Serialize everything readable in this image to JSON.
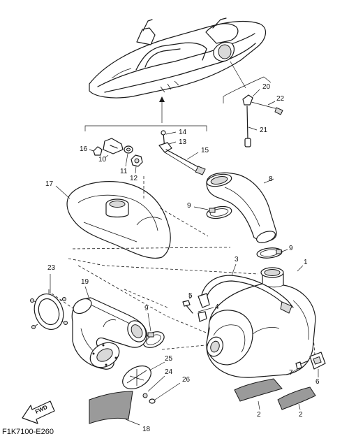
{
  "diagram": {
    "code": "F1K7100-E260",
    "fwd_label": "FWD",
    "callouts": [
      {
        "id": "c1",
        "text": "1"
      },
      {
        "id": "c2a",
        "text": "2"
      },
      {
        "id": "c2b",
        "text": "2"
      },
      {
        "id": "c3",
        "text": "3"
      },
      {
        "id": "c4",
        "text": "4"
      },
      {
        "id": "c5",
        "text": "5"
      },
      {
        "id": "c6",
        "text": "6"
      },
      {
        "id": "c7",
        "text": "7"
      },
      {
        "id": "c8",
        "text": "8"
      },
      {
        "id": "c9a",
        "text": "9"
      },
      {
        "id": "c9b",
        "text": "9"
      },
      {
        "id": "c9c",
        "text": "9"
      },
      {
        "id": "c10",
        "text": "10"
      },
      {
        "id": "c11",
        "text": "11"
      },
      {
        "id": "c12",
        "text": "12"
      },
      {
        "id": "c13",
        "text": "13"
      },
      {
        "id": "c14",
        "text": "14"
      },
      {
        "id": "c15",
        "text": "15"
      },
      {
        "id": "c16",
        "text": "16"
      },
      {
        "id": "c17",
        "text": "17"
      },
      {
        "id": "c18",
        "text": "18"
      },
      {
        "id": "c19",
        "text": "19"
      },
      {
        "id": "c20",
        "text": "20"
      },
      {
        "id": "c21",
        "text": "21"
      },
      {
        "id": "c22",
        "text": "22"
      },
      {
        "id": "c23",
        "text": "23"
      },
      {
        "id": "c24",
        "text": "24"
      },
      {
        "id": "c25",
        "text": "25"
      },
      {
        "id": "c26",
        "text": "26"
      }
    ]
  }
}
